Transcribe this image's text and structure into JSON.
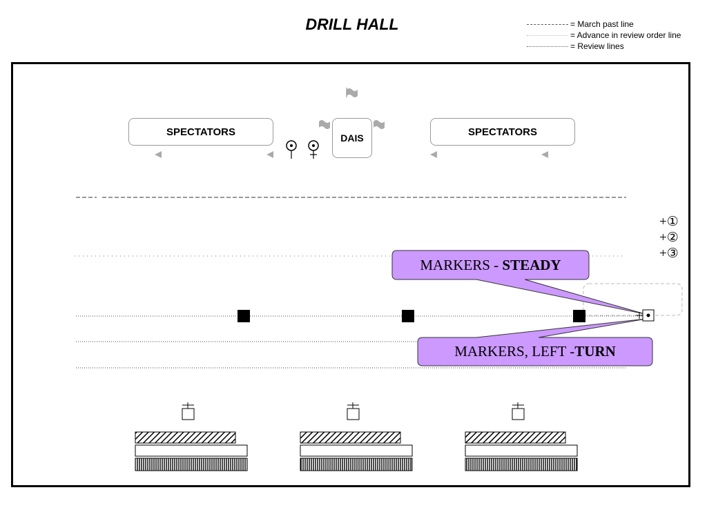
{
  "title": "DRILL HALL",
  "legend": [
    {
      "style": "dashed",
      "label": "= March past line"
    },
    {
      "style": "spaced-dots",
      "label": "= Advance in review order line"
    },
    {
      "style": "dense-dots",
      "label": "= Review lines"
    }
  ],
  "spectators_left": "SPECTATORS",
  "spectators_right": "SPECTATORS",
  "dais": "DAIS",
  "reference_markers": [
    "+①",
    "+②",
    "+③"
  ],
  "callout_steady": {
    "prefix": "MARKERS - ",
    "bold": "STEADY"
  },
  "callout_turn": {
    "prefix": "MARKERS, LEFT -",
    "bold": "TURN"
  },
  "colors": {
    "callout_fill": "#cc99ff",
    "markers": "#000000",
    "flags": "#aaaaaa"
  },
  "icons": [
    "flag-icon",
    "reviewing-officer-icon",
    "female-symbol-icon",
    "arrow-left-icon",
    "marker-square-icon",
    "officer-position-icon",
    "hatched-rank-icon"
  ]
}
